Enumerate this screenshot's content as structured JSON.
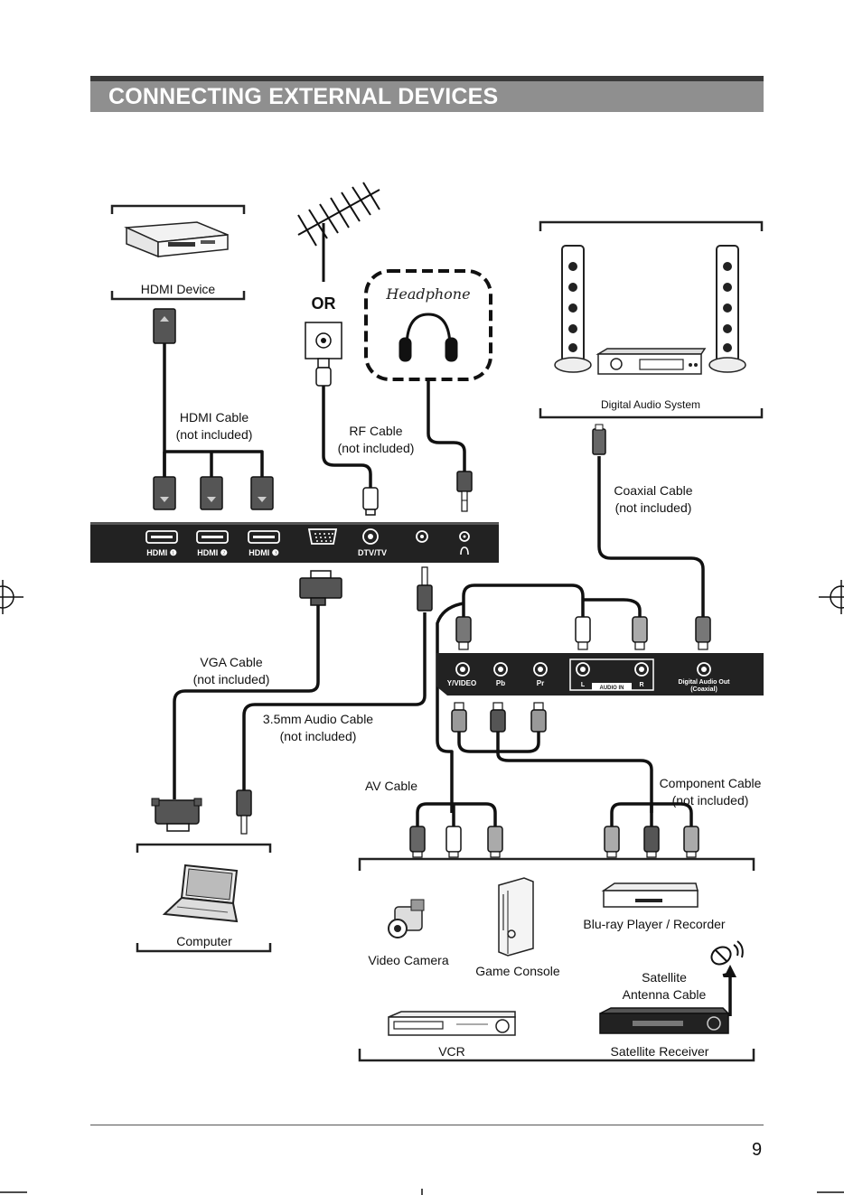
{
  "header": {
    "title": "CONNECTING EXTERNAL DEVICES"
  },
  "devices": {
    "hdmi_device": "HDMI Device",
    "headphone": "Headphone",
    "or_label": "OR",
    "digital_audio": "Digital Audio System",
    "computer": "Computer",
    "video_camera": "Video Camera",
    "game_console": "Game Console",
    "bluray": "Blu-ray Player / Recorder",
    "satellite_line1": "Satellite",
    "satellite_line2": "Antenna Cable",
    "vcr": "VCR",
    "sat_receiver": "Satellite Receiver"
  },
  "cables": {
    "hdmi_1": "HDMI Cable",
    "hdmi_2": "(not included)",
    "rf_1": "RF Cable",
    "rf_2": "(not included)",
    "coax_1": "Coaxial Cable",
    "coax_2": "(not included)",
    "vga_1": "VGA Cable",
    "vga_2": "(not included)",
    "audio35_1": "3.5mm Audio Cable",
    "audio35_2": "(not included)",
    "av": "AV Cable",
    "comp_1": "Component Cable",
    "comp_2": "(not included)"
  },
  "ports_top": {
    "hdmi1": "HDMI ❶",
    "hdmi2": "HDMI ❷",
    "hdmi3": "HDMI ❸",
    "dtv": "DTV/TV"
  },
  "ports_side": {
    "yvideo": "Y/VIDEO",
    "pb": "Pb",
    "pr": "Pr",
    "l": "L",
    "r": "R",
    "audio_in": "AUDIO IN",
    "dig_out_1": "Digital Audio Out",
    "dig_out_2": "(Coaxial)"
  },
  "footer": {
    "page_number": "9"
  }
}
